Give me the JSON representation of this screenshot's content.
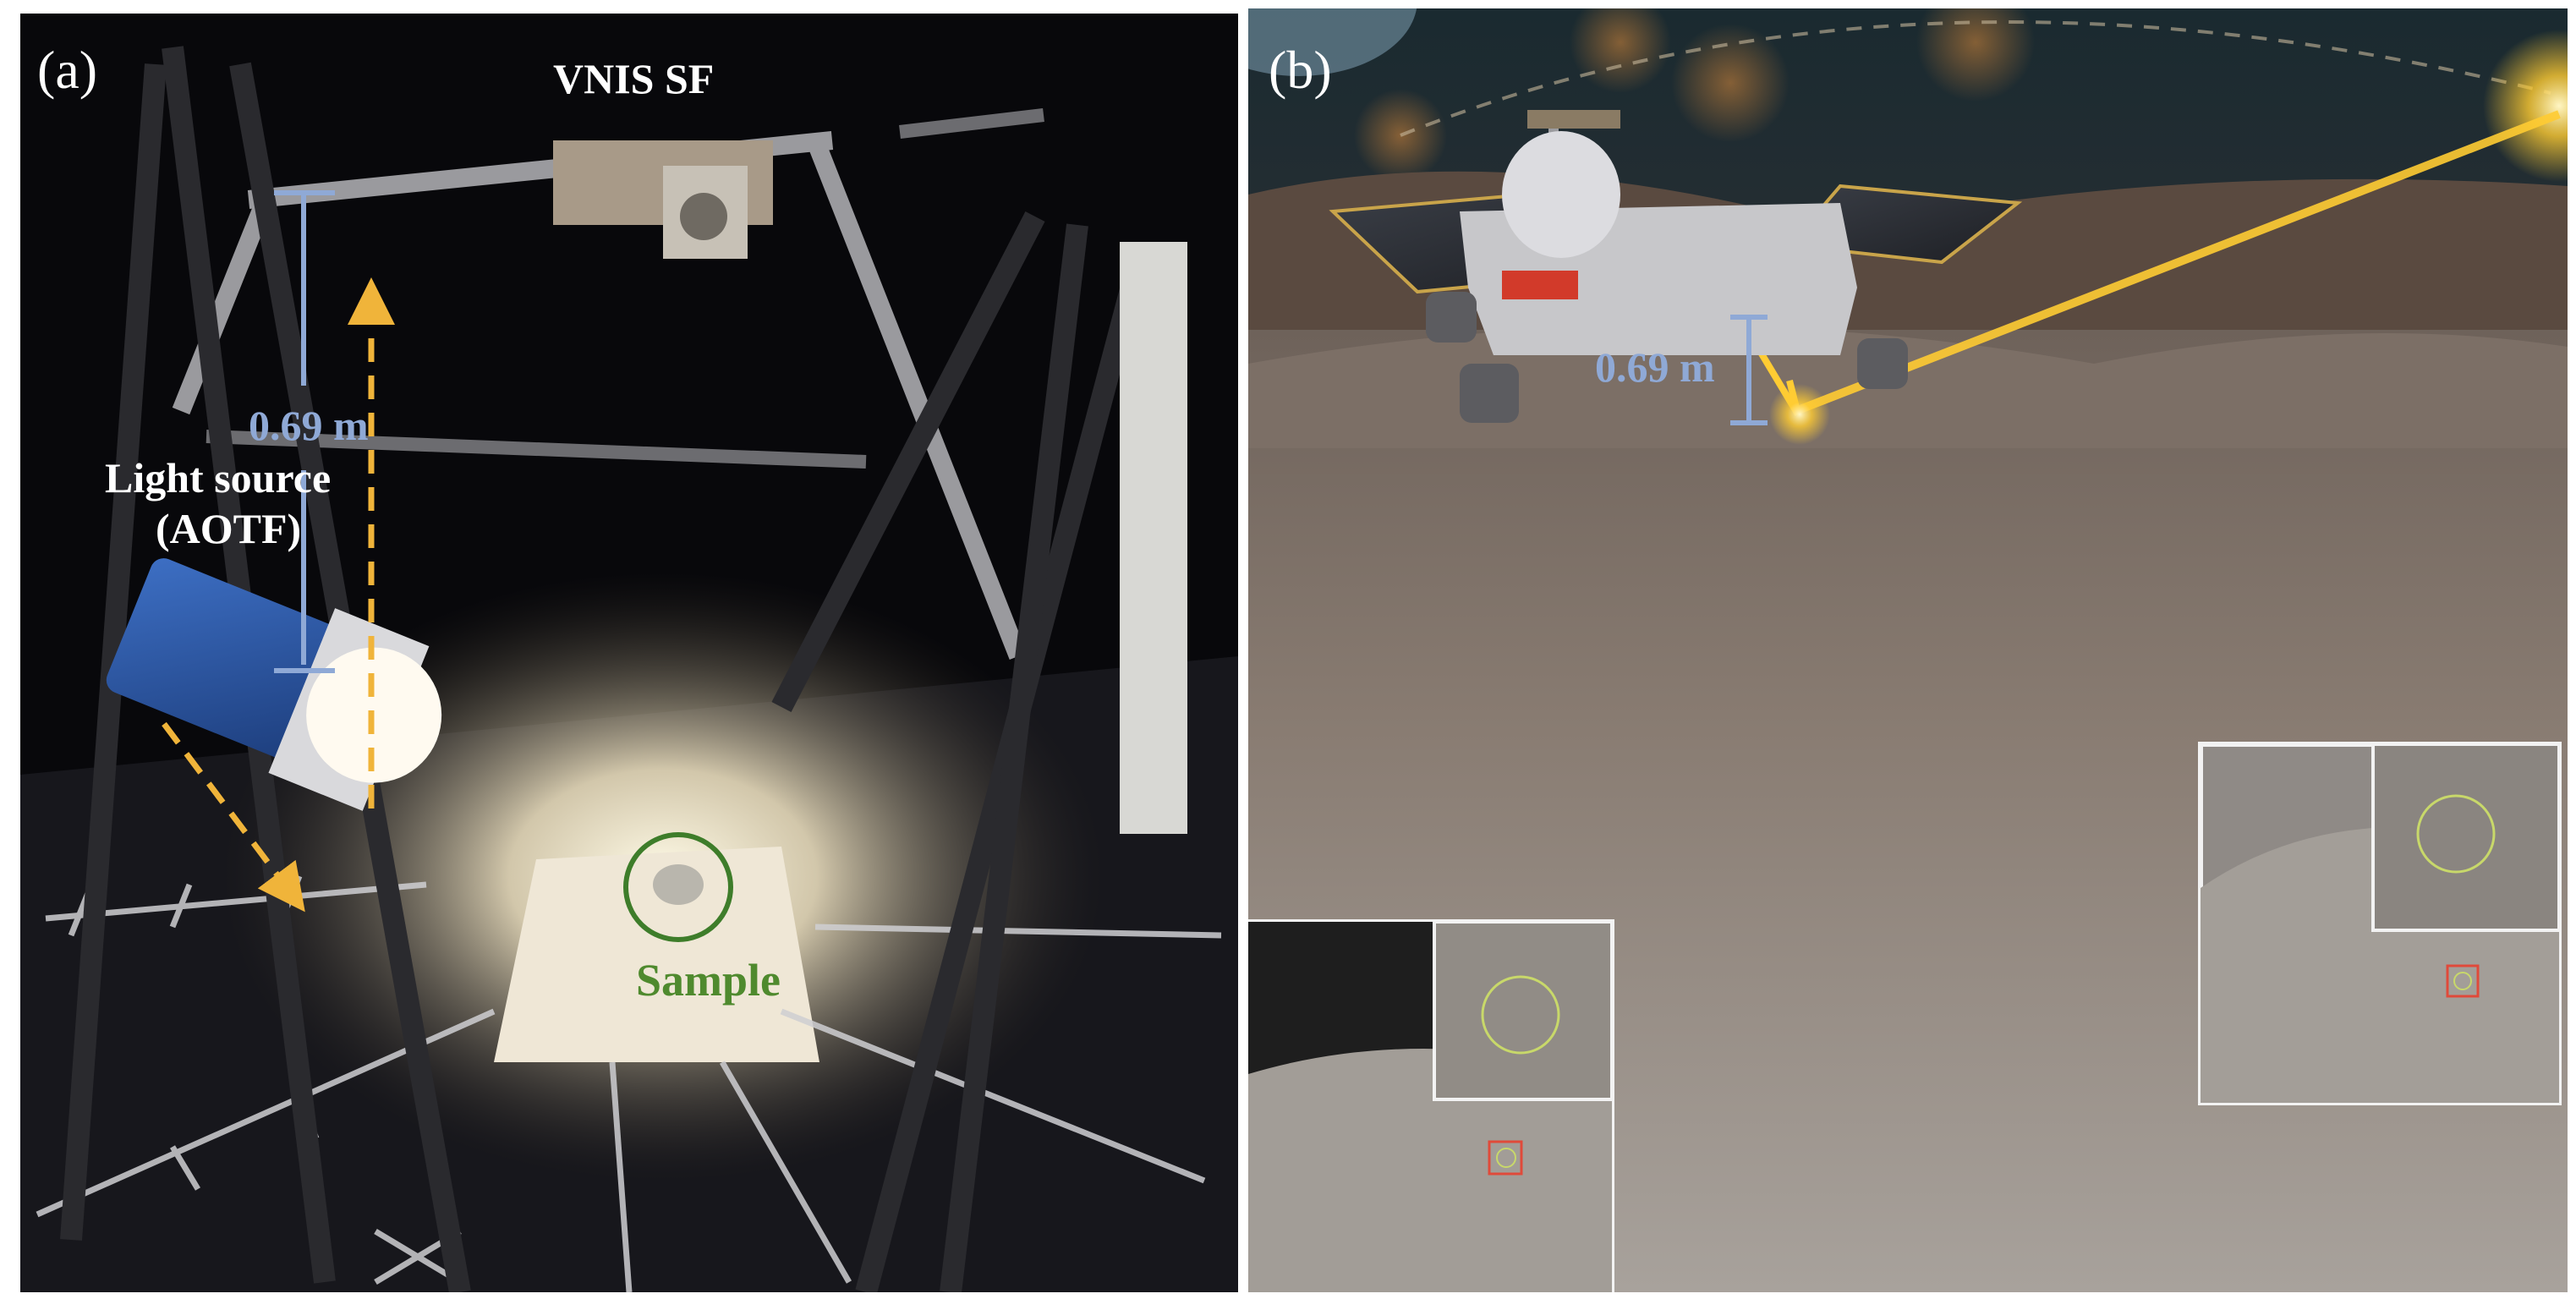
{
  "panel_a": {
    "letter": "(a)",
    "instrument_label": "VNIS SF",
    "light_source_line1": "Light source",
    "light_source_line2": "(AOTF)",
    "distance_label": "0.69 m",
    "sample_label": "Sample"
  },
  "panel_b": {
    "letter": "(b)",
    "distance_label": "0.69 m"
  },
  "colors": {
    "arrow_blue": "#8fa9d6",
    "arrow_yellow": "#f0b43a",
    "sample_circle": "#3e7d2a",
    "laser": "#ffcc33",
    "inset_circle": "#c8d86a",
    "inset_square": "#e04a3a"
  }
}
